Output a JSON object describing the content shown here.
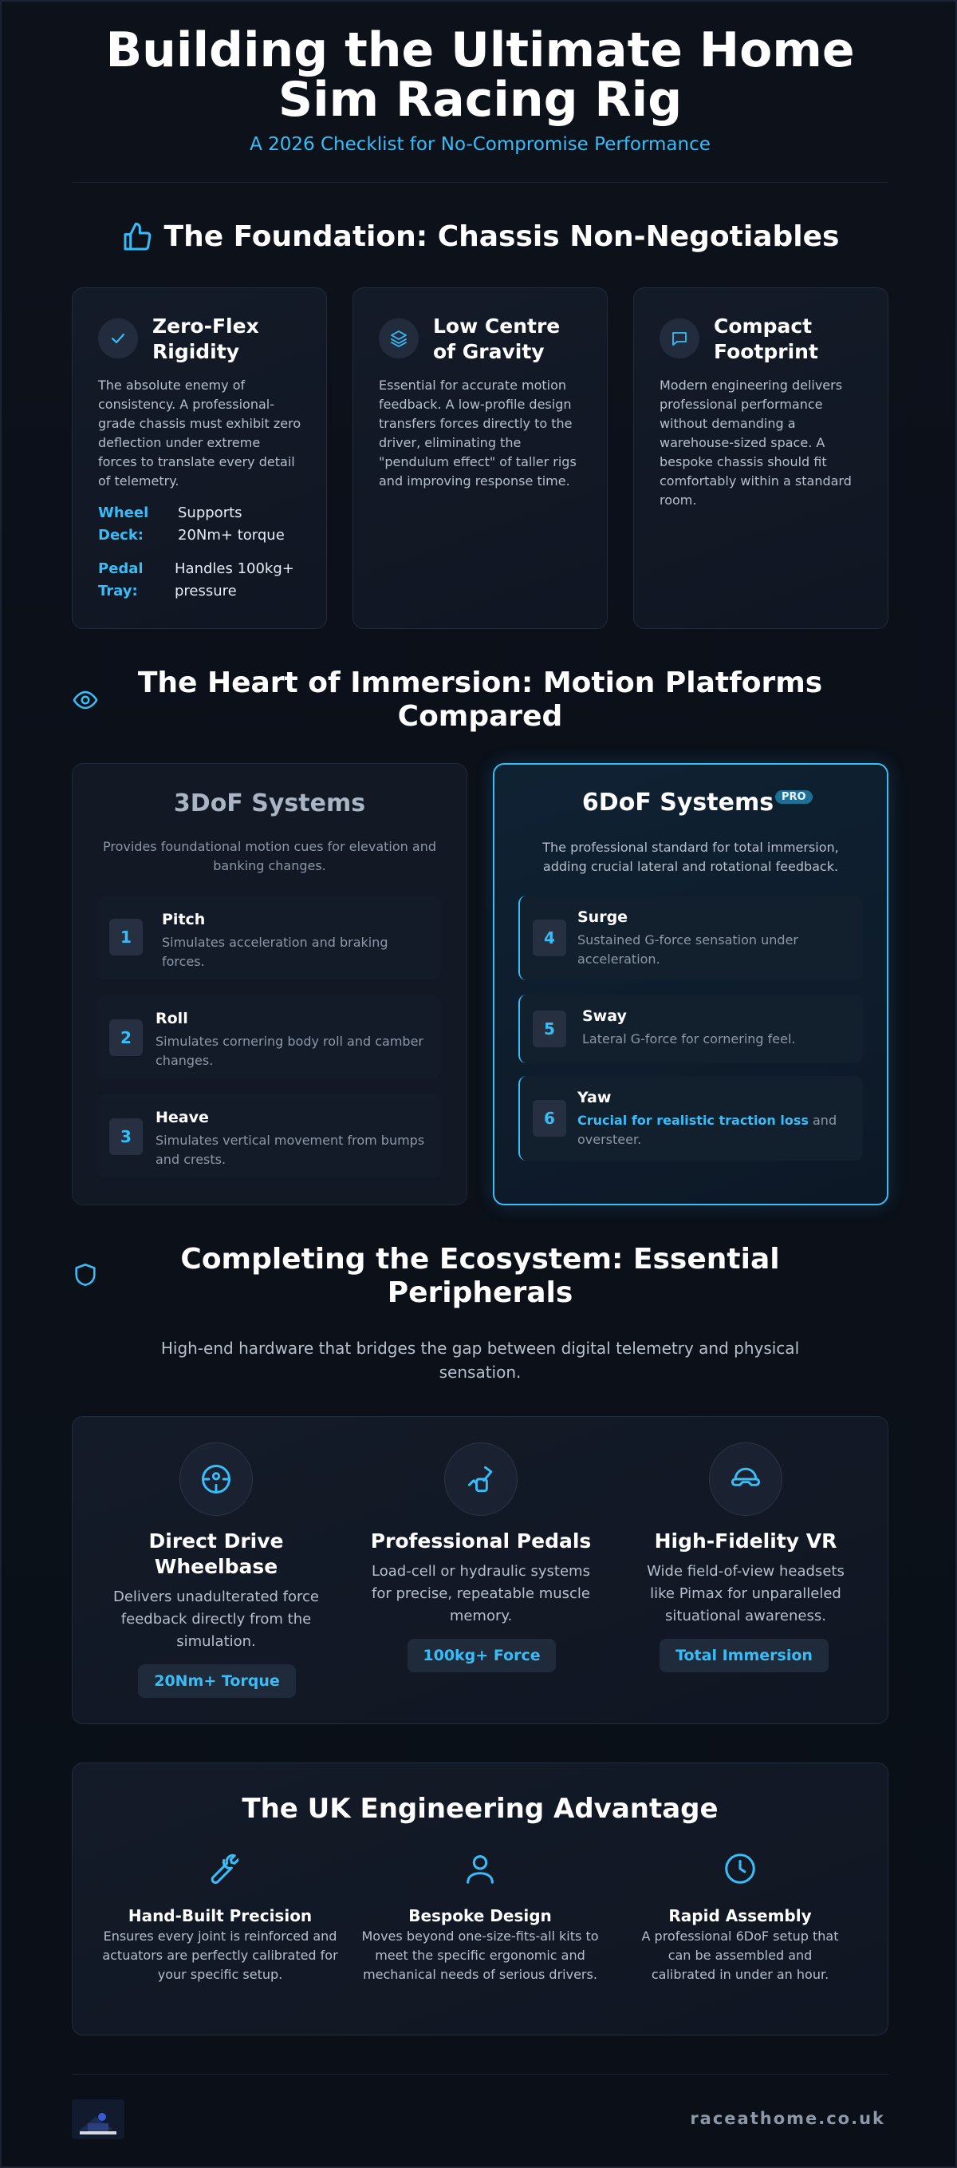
{
  "header": {
    "title_line1": "Building the Ultimate Home",
    "title_line2": "Sim Racing Rig",
    "subtitle": "A 2026 Checklist for No-Compromise Performance"
  },
  "foundation": {
    "heading": "The Foundation: Chassis Non-Negotiables",
    "cards": [
      {
        "icon": "check-icon",
        "title_line1": "Zero-Flex",
        "title_line2": "Rigidity",
        "body": "The absolute enemy of consistency. A professional-grade chassis must exhibit zero deflection under extreme forces to translate every detail of telemetry.",
        "specs": [
          {
            "k1": "Wheel",
            "k2": "Deck:",
            "v1": "Supports",
            "v2": "20Nm+ torque"
          },
          {
            "k1": "Pedal",
            "k2": "Tray:",
            "v1": "Handles 100kg+",
            "v2": "pressure"
          }
        ]
      },
      {
        "icon": "layers-icon",
        "title_line1": "Low Centre",
        "title_line2": "of Gravity",
        "body": "Essential for accurate motion feedback. A low-profile design transfers forces directly to the driver, eliminating the \"pendulum effect\" of taller rigs and improving response time."
      },
      {
        "icon": "chat-bubble-icon",
        "title_line1": "Compact",
        "title_line2": "Footprint",
        "body": "Modern engineering delivers professional performance without demanding a warehouse-sized space. A bespoke chassis should fit comfortably within a standard room."
      }
    ]
  },
  "motion": {
    "heading_line1": "The Heart of Immersion: Motion Platforms",
    "heading_line2": "Compared",
    "three_dof": {
      "title": "3DoF Systems",
      "desc": "Provides foundational motion cues for elevation and banking changes.",
      "axes": [
        {
          "num": "1",
          "name": "Pitch",
          "desc": "Simulates acceleration and braking forces."
        },
        {
          "num": "2",
          "name": "Roll",
          "desc": "Simulates cornering body roll and camber changes."
        },
        {
          "num": "3",
          "name": "Heave",
          "desc": "Simulates vertical movement from bumps and crests."
        }
      ]
    },
    "six_dof": {
      "title": "6DoF Systems",
      "badge": "PRO",
      "desc": "The professional standard for total immersion, adding crucial lateral and rotational feedback.",
      "axes": [
        {
          "num": "4",
          "name": "Surge",
          "desc": "Sustained G-force sensation under acceleration."
        },
        {
          "num": "5",
          "name": "Sway",
          "desc": "Lateral G-force for cornering feel."
        },
        {
          "num": "6",
          "name": "Yaw",
          "desc_strong": "Crucial for realistic traction loss",
          "desc_rest": "and oversteer."
        }
      ]
    }
  },
  "ecosystem": {
    "heading_line1": "Completing the Ecosystem: Essential",
    "heading_line2": "Peripherals",
    "subtitle": "High-end hardware that bridges the gap between digital telemetry and physical sensation.",
    "items": [
      {
        "icon": "steering-wheel-icon",
        "title_line1": "Direct Drive",
        "title_line2": "Wheelbase",
        "desc": "Delivers unadulterated force feedback directly from the simulation.",
        "chip": "20Nm+ Torque"
      },
      {
        "icon": "pedal-icon",
        "title_line1": "Professional Pedals",
        "desc": "Load-cell or hydraulic systems for precise, repeatable muscle memory.",
        "chip": "100kg+ Force"
      },
      {
        "icon": "vr-headset-icon",
        "title_line1": "High-Fidelity VR",
        "desc": "Wide field-of-view headsets like Pimax for unparalleled situational awareness.",
        "chip": "Total Immersion"
      }
    ]
  },
  "uk": {
    "heading": "The UK Engineering Advantage",
    "items": [
      {
        "icon": "wrench-icon",
        "title": "Hand-Built Precision",
        "desc": "Ensures every joint is reinforced and actuators are perfectly calibrated for your specific setup."
      },
      {
        "icon": "user-icon",
        "title": "Bespoke Design",
        "desc": "Moves beyond one-size-fits-all kits to meet the specific ergonomic and mechanical needs of serious drivers."
      },
      {
        "icon": "clock-icon",
        "title": "Rapid Assembly",
        "desc": "A professional 6DoF setup that can be assembled and calibrated in under an hour."
      }
    ]
  },
  "footer": {
    "domain": "raceathome.co.uk"
  }
}
